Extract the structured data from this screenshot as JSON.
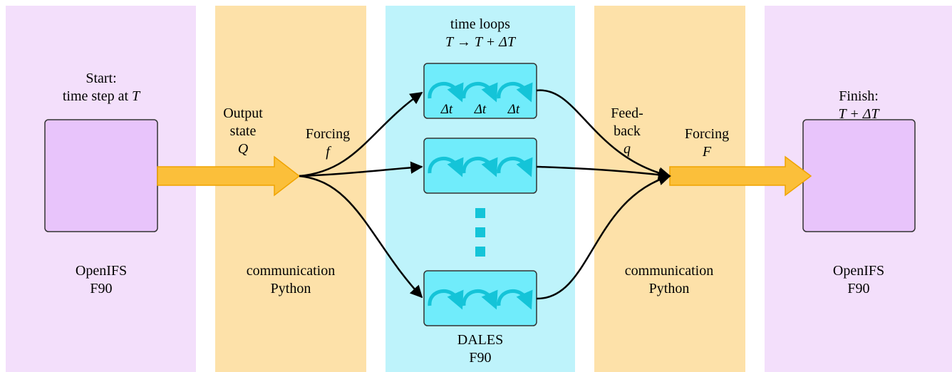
{
  "columns": {
    "left": {
      "title_line1": "Start:",
      "title_line2_prefix": "time step at ",
      "title_line2_var": "T",
      "name": "OpenIFS",
      "lang": "F90"
    },
    "comm_left": {
      "name": "communication",
      "lang": "Python"
    },
    "middle": {
      "title_line1": "time loops",
      "title_line2": "T → T + ΔT",
      "name": "DALES",
      "lang": "F90",
      "step_label": "Δt"
    },
    "comm_right": {
      "name": "communication",
      "lang": "Python"
    },
    "right": {
      "title_line1": "Finish:",
      "title_line2": "T + ΔT",
      "name": "OpenIFS",
      "lang": "F90"
    }
  },
  "labels": {
    "output_state_1": "Output",
    "output_state_2": "state",
    "output_state_var": "Q",
    "forcing_left": "Forcing",
    "forcing_left_var": "f",
    "feedback_1": "Feed-",
    "feedback_2": "back",
    "feedback_var": "q",
    "forcing_right": "Forcing",
    "forcing_right_var": "F"
  },
  "colors": {
    "purple_bg": "#f3dffb",
    "purple_box": "#e8c4fb",
    "orange_bg": "#fde1a9",
    "cyan_bg": "#bef3fb",
    "cyan_box": "#70ecfb",
    "loop_arrow": "#14c4d8",
    "arrow_fill": "#fbbf3a",
    "arrow_stroke": "#f0a400"
  }
}
